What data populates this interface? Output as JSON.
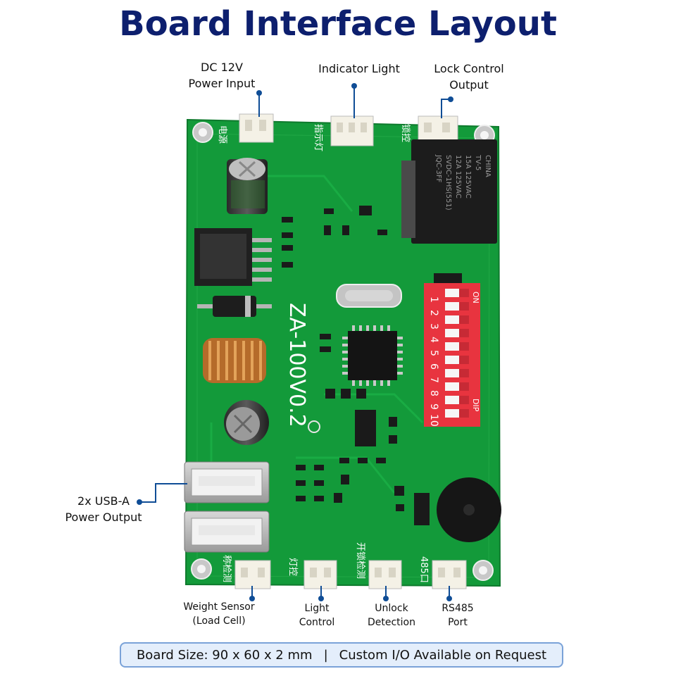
{
  "title": "Board Interface Layout",
  "labels": {
    "dc_input": [
      "DC 12V",
      "Power Input"
    ],
    "indicator": [
      "Indicator Light"
    ],
    "lock_output": [
      "Lock Control",
      "Output"
    ],
    "usb": [
      "2x USB-A",
      "Power Output"
    ],
    "weight": [
      "Weight Sensor",
      "(Load Cell)"
    ],
    "light_ctrl": [
      "Light",
      "Control"
    ],
    "unlock": [
      "Unlock",
      "Detection"
    ],
    "rs485": [
      "RS485",
      "Port"
    ]
  },
  "board": {
    "model": "ZA-100V0.2",
    "relay_text": [
      "JQC-3FF",
      "SVDC-1HS(551)",
      "12A 125VAC",
      "15A 125VAC",
      "TV-5",
      "CHINA"
    ],
    "dip_numbers": [
      "1",
      "2",
      "3",
      "4",
      "5",
      "6",
      "7",
      "8",
      "9",
      "10"
    ],
    "dip_on": "ON",
    "dip_label": "DIP",
    "silk_power": "电源",
    "silk_indicator": "指示灯",
    "silk_lock": "锁控",
    "silk_weight": "称检测",
    "silk_light": "灯控",
    "silk_unlock": "开锁检测",
    "silk_485": "485口"
  },
  "colors": {
    "title": "#0d1f6e",
    "pcb": "#139a3a",
    "accent": "#0f4d96",
    "dip": "#e8343f"
  },
  "footer": {
    "size": "Board Size: 90 x 60 x 2 mm",
    "sep": "|",
    "custom": "Custom I/O Available on Request"
  }
}
